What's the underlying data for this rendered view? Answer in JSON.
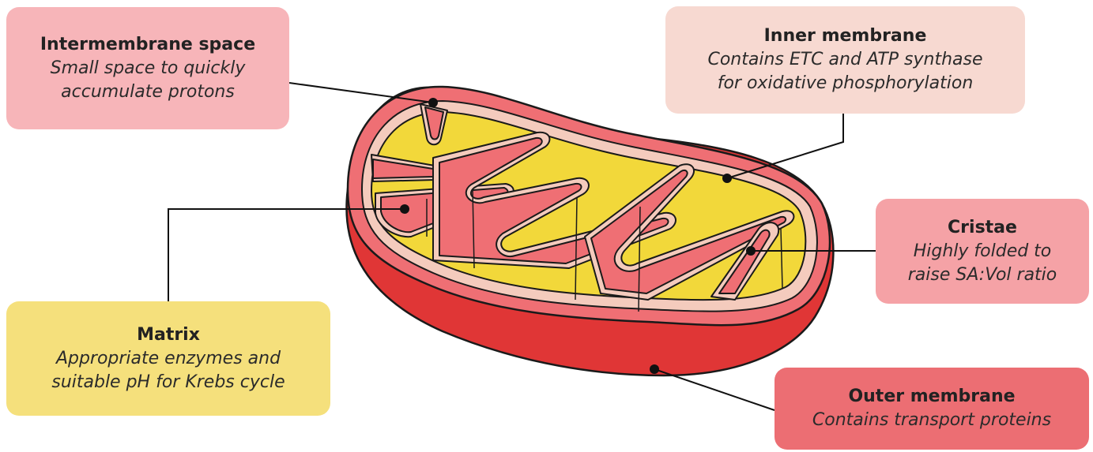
{
  "labels": {
    "intermembrane": {
      "title": "Intermembrane space",
      "lines": [
        "Small space to quickly",
        "accumulate protons"
      ],
      "color": "#f7b5b9"
    },
    "inner": {
      "title": "Inner membrane",
      "lines": [
        "Contains ETC and ATP synthase",
        "for oxidative phosphorylation"
      ],
      "color": "#f7d9d1"
    },
    "cristae": {
      "title": "Cristae",
      "lines": [
        "Highly folded to",
        "raise SA:Vol ratio"
      ],
      "color": "#f5a2a6"
    },
    "matrix": {
      "title": "Matrix",
      "lines": [
        "Appropriate enzymes and",
        "suitable pH for Krebs cycle"
      ],
      "color": "#f5e07c"
    },
    "outer": {
      "title": "Outer membrane",
      "lines": [
        "Contains transport proteins"
      ],
      "color": "#ec6e73"
    }
  },
  "colors": {
    "outer_membrane": "#e03636",
    "intermembrane": "#ef6f74",
    "inner_membrane": "#f4cbbd",
    "matrix": "#f2d83a",
    "outline": "#1a1a1a"
  }
}
